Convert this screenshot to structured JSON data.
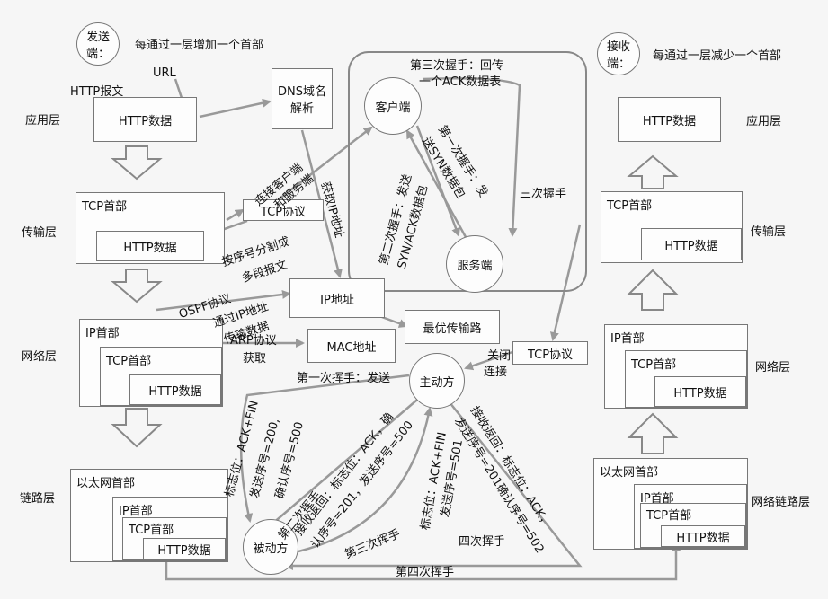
{
  "legend": {
    "send_circle": "发送端：",
    "send_text": "每通过一层增加一个首部",
    "recv_circle": "接收端：",
    "recv_text": "每通过一层减少一个首部"
  },
  "layers_left": [
    "应用层",
    "传输层",
    "网络层",
    "链路层"
  ],
  "layers_right": [
    "应用层",
    "传输层",
    "网络层",
    "网络链路层"
  ],
  "left_stack": {
    "http_msg": "HTTP报文",
    "url": "URL",
    "http_data": "HTTP数据",
    "tcp_head": "TCP首部",
    "ip_head": "IP首部",
    "eth_head": "以太网首部"
  },
  "right_stack": {
    "http_data": "HTTP数据",
    "tcp_head": "TCP首部",
    "ip_head": "IP首部",
    "eth_head": "以太网首部"
  },
  "middle": {
    "dns": "DNS域名解析",
    "tcp_proto": "TCP协议",
    "ip_addr": "IP地址",
    "mac_addr": "MAC地址",
    "best_route": "最优传输路",
    "tcp_proto_right": "TCP协议",
    "connect_client": "连接客户端",
    "and_server": "和服务端",
    "get_ip": "获取IP地址",
    "seq_split": "按序号分割成",
    "multi_seg": "多段报文",
    "ospf": "OSPF协议",
    "via_ip": "通过IP地址",
    "transmit": "传输数据",
    "arp": "ARP协议",
    "fetch": "获取",
    "close_conn": "关闭",
    "conn": "连接"
  },
  "handshake": {
    "client": "客户端",
    "server": "服务端",
    "third_1": "第三次握手：回传",
    "third_2": "一个ACK数据表",
    "first_1": "第一次握手：发",
    "first_2": "送SYN数据包",
    "second_1": "第二次握手：发送",
    "second_2": "SYN/ACK数据包",
    "three_way": "三次握手"
  },
  "wave": {
    "active": "主动方",
    "passive": "被动方",
    "first": "第一次挥手：发送",
    "flag_fin_1": "标志位：ACK+FIN",
    "flag_fin_2": "发送序号=200,",
    "flag_fin_3": "确认序号=500",
    "second_1": "第二次挥手",
    "second_2": "接收返回：标志位：ACK，确",
    "second_3": "认序号=201，发送序号=500",
    "third": "第三次挥手",
    "third_flag_1": "标志位：ACK+FIN",
    "third_flag_2": "发送序号=501",
    "recv_1": "接收返回：标志位：ACK，",
    "recv_2": "发送序号=201确认序号=502",
    "four_way": "四次挥手",
    "fourth": "第四次挥手"
  }
}
